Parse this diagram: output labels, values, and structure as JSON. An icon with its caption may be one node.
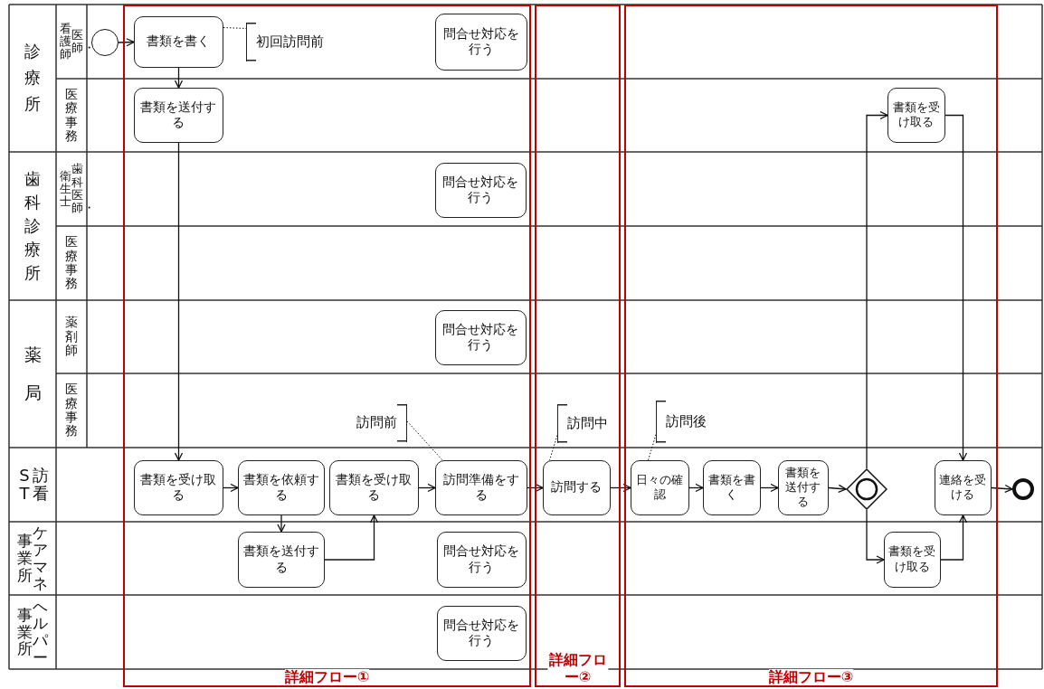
{
  "diagram": {
    "nodes": [
      {
        "text": [
          "診療所"
        ]
      },
      {
        "text": [
          "看護師",
          "医師・"
        ]
      },
      {
        "text": [
          "医療事務"
        ]
      },
      {
        "text": [
          "歯科診療所"
        ]
      },
      {
        "text": [
          "衛生士",
          "歯科医師・"
        ]
      },
      {
        "text": [
          "医療事務"
        ]
      },
      {
        "text": [
          "薬局"
        ]
      },
      {
        "text": [
          "薬剤師"
        ]
      },
      {
        "text": [
          "医療事務"
        ]
      },
      {
        "text": [
          "ST",
          "訪看"
        ]
      },
      {
        "text": [
          "事業所",
          "ケアマネ"
        ]
      },
      {
        "text": [
          "事業所",
          "ヘルパー"
        ]
      },
      {
        "text": [
          "詳細フロー①"
        ]
      },
      {
        "text": [
          "詳細フロー②"
        ]
      },
      {
        "text": [
          "詳細フロー③"
        ]
      },
      {
        "text": [],
        "shape": "circle"
      },
      {
        "text": [
          "書類を書く"
        ],
        "in": 12
      },
      {
        "text": [
          "初回訪問前"
        ],
        "in": 12
      },
      {
        "text": [
          "問合せ対応を行う"
        ],
        "in": 12
      },
      {
        "text": [
          "書類を送付する"
        ],
        "in": 12
      },
      {
        "text": [
          "書類を受け取る"
        ],
        "in": 14
      },
      {
        "text": [
          "問合せ対応を行う"
        ],
        "in": 12
      },
      {
        "text": [
          "問合せ対応を行う"
        ],
        "in": 12
      },
      {
        "text": [
          "訪問前"
        ],
        "in": 12
      },
      {
        "text": [
          "訪問中"
        ],
        "in": 13
      },
      {
        "text": [
          "訪問後"
        ],
        "in": 14
      },
      {
        "text": [
          "書類を受け取る"
        ],
        "in": 12
      },
      {
        "text": [
          "書類を依頼する"
        ],
        "in": 12
      },
      {
        "text": [
          "書類を受け取る"
        ],
        "in": 12
      },
      {
        "text": [
          "訪問準備をする"
        ],
        "in": 12
      },
      {
        "text": [
          "訪問する"
        ],
        "in": 13
      },
      {
        "text": [
          "日々の確認"
        ],
        "in": 14
      },
      {
        "text": [
          "書類を書く"
        ],
        "in": 14
      },
      {
        "text": [
          "書類を送付する"
        ],
        "in": 14
      },
      {
        "text": [],
        "shape": "diamond",
        "in": 14
      },
      {
        "text": [
          "連絡を受ける"
        ],
        "in": 14
      },
      {
        "text": [],
        "shape": "circle"
      },
      {
        "text": [
          "書類を送付する"
        ],
        "in": 12
      },
      {
        "text": [
          "問合せ対応を行う"
        ],
        "in": 12
      },
      {
        "text": [
          "書類を受け取る"
        ],
        "in": 14
      },
      {
        "text": [
          "問合せ対応を行う"
        ],
        "in": 12
      }
    ],
    "edges": [
      {
        "from": 15,
        "to": 16,
        "arrow": "to"
      },
      {
        "from": 16,
        "to": 19,
        "arrow": "to"
      },
      {
        "from": 19,
        "to": 26,
        "arrow": "to"
      },
      {
        "from": 26,
        "to": 27,
        "arrow": "to"
      },
      {
        "from": 27,
        "to": 37,
        "arrow": "to"
      },
      {
        "from": 37,
        "to": 28,
        "arrow": "to"
      },
      {
        "from": 28,
        "to": 29,
        "arrow": "to"
      },
      {
        "from": 29,
        "to": 30,
        "arrow": "to"
      },
      {
        "from": 30,
        "to": 31,
        "arrow": "to"
      },
      {
        "from": 31,
        "to": 32,
        "arrow": "to"
      },
      {
        "from": 32,
        "to": 33,
        "arrow": "to"
      },
      {
        "from": 33,
        "to": 34,
        "arrow": "to"
      },
      {
        "from": 34,
        "to": 20,
        "arrow": "to"
      },
      {
        "from": 34,
        "to": 39,
        "arrow": "to"
      },
      {
        "from": 20,
        "to": 35,
        "arrow": "to"
      },
      {
        "from": 39,
        "to": 35,
        "arrow": "to"
      },
      {
        "from": 35,
        "to": 36,
        "arrow": "to"
      },
      {
        "from": 16,
        "to": 17,
        "arrow": "none",
        "style": "dashed"
      },
      {
        "from": 23,
        "to": 29,
        "arrow": "none",
        "style": "dashed"
      },
      {
        "from": 24,
        "to": 30,
        "arrow": "none",
        "style": "dashed"
      },
      {
        "from": 25,
        "to": 31,
        "arrow": "none",
        "style": "dashed"
      }
    ]
  }
}
